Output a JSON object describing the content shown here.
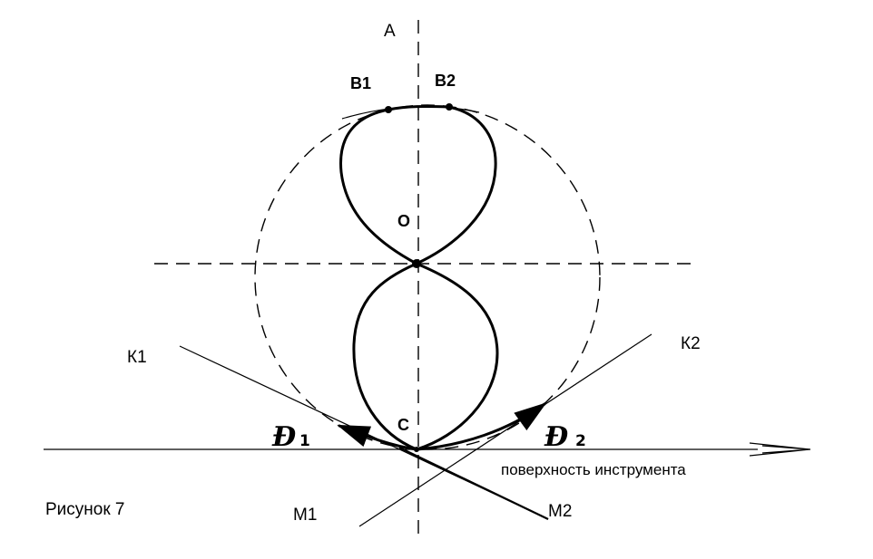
{
  "labels": {
    "a": "A",
    "b1": "B1",
    "b2": "B2",
    "o": "O",
    "k1": "К1",
    "k2": "К2",
    "c": "С",
    "d1_main": "Ð",
    "d1_sub": "1",
    "d2_main": "Ð",
    "d2_sub": "2",
    "m1": "М1",
    "m2": "М2",
    "surface": "поверхность инструмента",
    "figure": "Рисунок 7"
  }
}
